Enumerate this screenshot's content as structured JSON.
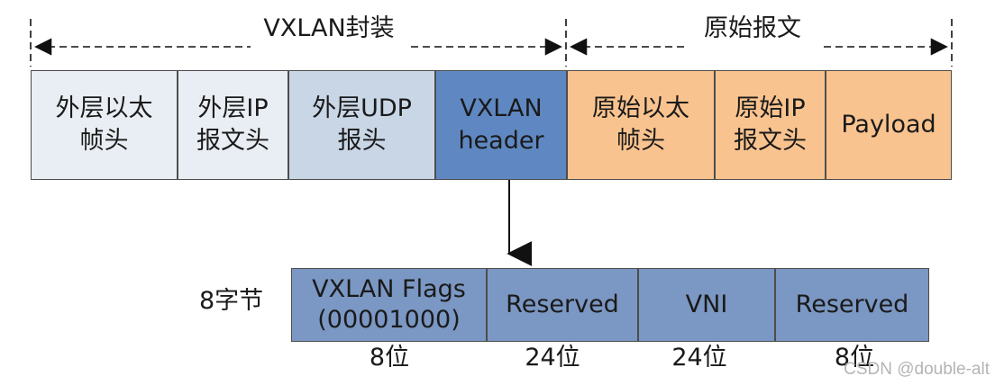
{
  "header": {
    "encapsulation_label": "VXLAN封装",
    "original_label": "原始报文"
  },
  "packet_fields": [
    {
      "label": "外层以太\n帧头"
    },
    {
      "label": "外层IP\n报文头"
    },
    {
      "label": "外层UDP\n报头"
    },
    {
      "label": "VXLAN\nheader"
    },
    {
      "label": "原始以太\n帧头"
    },
    {
      "label": "原始IP\n报文头"
    },
    {
      "label": "Payload"
    }
  ],
  "vxlan_header": {
    "size_label": "8字节",
    "fields": [
      {
        "label": "VXLAN Flags\n(00001000)",
        "bits": "8位"
      },
      {
        "label": "Reserved",
        "bits": "24位"
      },
      {
        "label": "VNI",
        "bits": "24位"
      },
      {
        "label": "Reserved",
        "bits": "8位"
      }
    ]
  },
  "watermark": "CSDN @double-alt",
  "colors": {
    "outer": "#e9eef4",
    "outer_udp": "#c9d6e6",
    "vxlan_header": "#5f88c2",
    "original": "#f9c38f",
    "vxlan_fields": "#7b97c3"
  }
}
